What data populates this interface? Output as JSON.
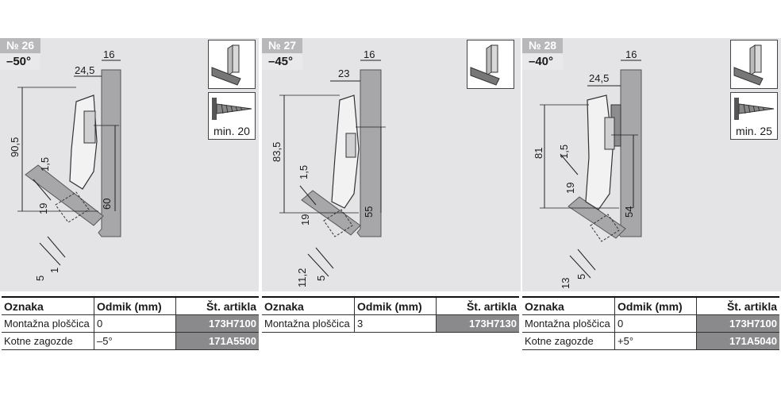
{
  "columns": [
    "Oznaka",
    "Odmik (mm)",
    "Št. artikla"
  ],
  "panels": [
    {
      "number": "№ 26",
      "angle": "–50°",
      "screw_label": "min. 20",
      "dims": {
        "top_right": "16",
        "top": "24,5",
        "height": "90,5",
        "small": "1,5",
        "diag": "19",
        "inner": "60",
        "b1": "1",
        "b2": "5"
      },
      "rows": [
        {
          "oznaka": "Montažna ploščica",
          "odmik": "0",
          "artikel": "173H7100"
        },
        {
          "oznaka": "Kotne zagozde",
          "odmik": "–5°",
          "artikel": "171A5500"
        }
      ]
    },
    {
      "number": "№ 27",
      "angle": "–45°",
      "dims": {
        "top_right": "16",
        "top": "23",
        "height": "83,5",
        "small": "1,5",
        "diag": "19",
        "inner": "55",
        "b1": "5",
        "b2": "11,2"
      },
      "rows": [
        {
          "oznaka": "Montažna ploščica",
          "odmik": "3",
          "artikel": "173H7130"
        }
      ]
    },
    {
      "number": "№ 28",
      "angle": "–40°",
      "screw_label": "min. 25",
      "dims": {
        "top_right": "16",
        "top": "24,5",
        "height": "81",
        "small": "1,5",
        "diag": "19",
        "inner": "54",
        "b1": "5",
        "b2": "13"
      },
      "rows": [
        {
          "oznaka": "Montažna ploščica",
          "odmik": "0",
          "artikel": "173H7100"
        },
        {
          "oznaka": "Kotne zagozde",
          "odmik": "+5°",
          "artikel": "171A5040"
        }
      ]
    }
  ]
}
